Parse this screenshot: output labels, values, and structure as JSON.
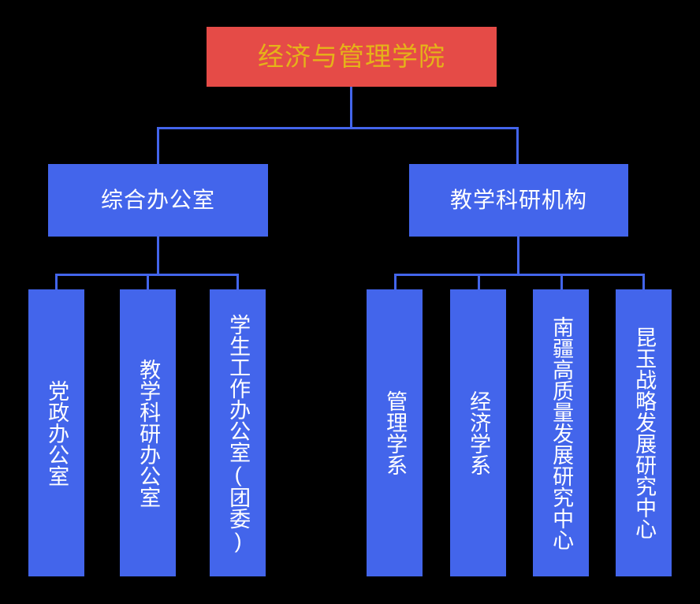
{
  "diagram": {
    "title_text": "经济与管理学院",
    "colors": {
      "background": "#000000",
      "root_fill": "#e54b47",
      "root_text": "#e5b319",
      "node_fill": "#4365eb",
      "node_text": "#ffffff",
      "connector": "#4365eb"
    },
    "root": {
      "label": "经济与管理学院"
    },
    "branches": [
      {
        "label": "综合办公室"
      },
      {
        "label": "教学科研机构"
      }
    ],
    "leaves_left": [
      {
        "label": "党政办公室"
      },
      {
        "label": "教学科研办公室"
      },
      {
        "label": "学生工作办公室(团委)"
      }
    ],
    "leaves_right": [
      {
        "label": "管理学系"
      },
      {
        "label": "经济学系"
      },
      {
        "label": "南疆高质量发展研究中心"
      },
      {
        "label": "昆玉战略发展研究中心"
      }
    ]
  }
}
